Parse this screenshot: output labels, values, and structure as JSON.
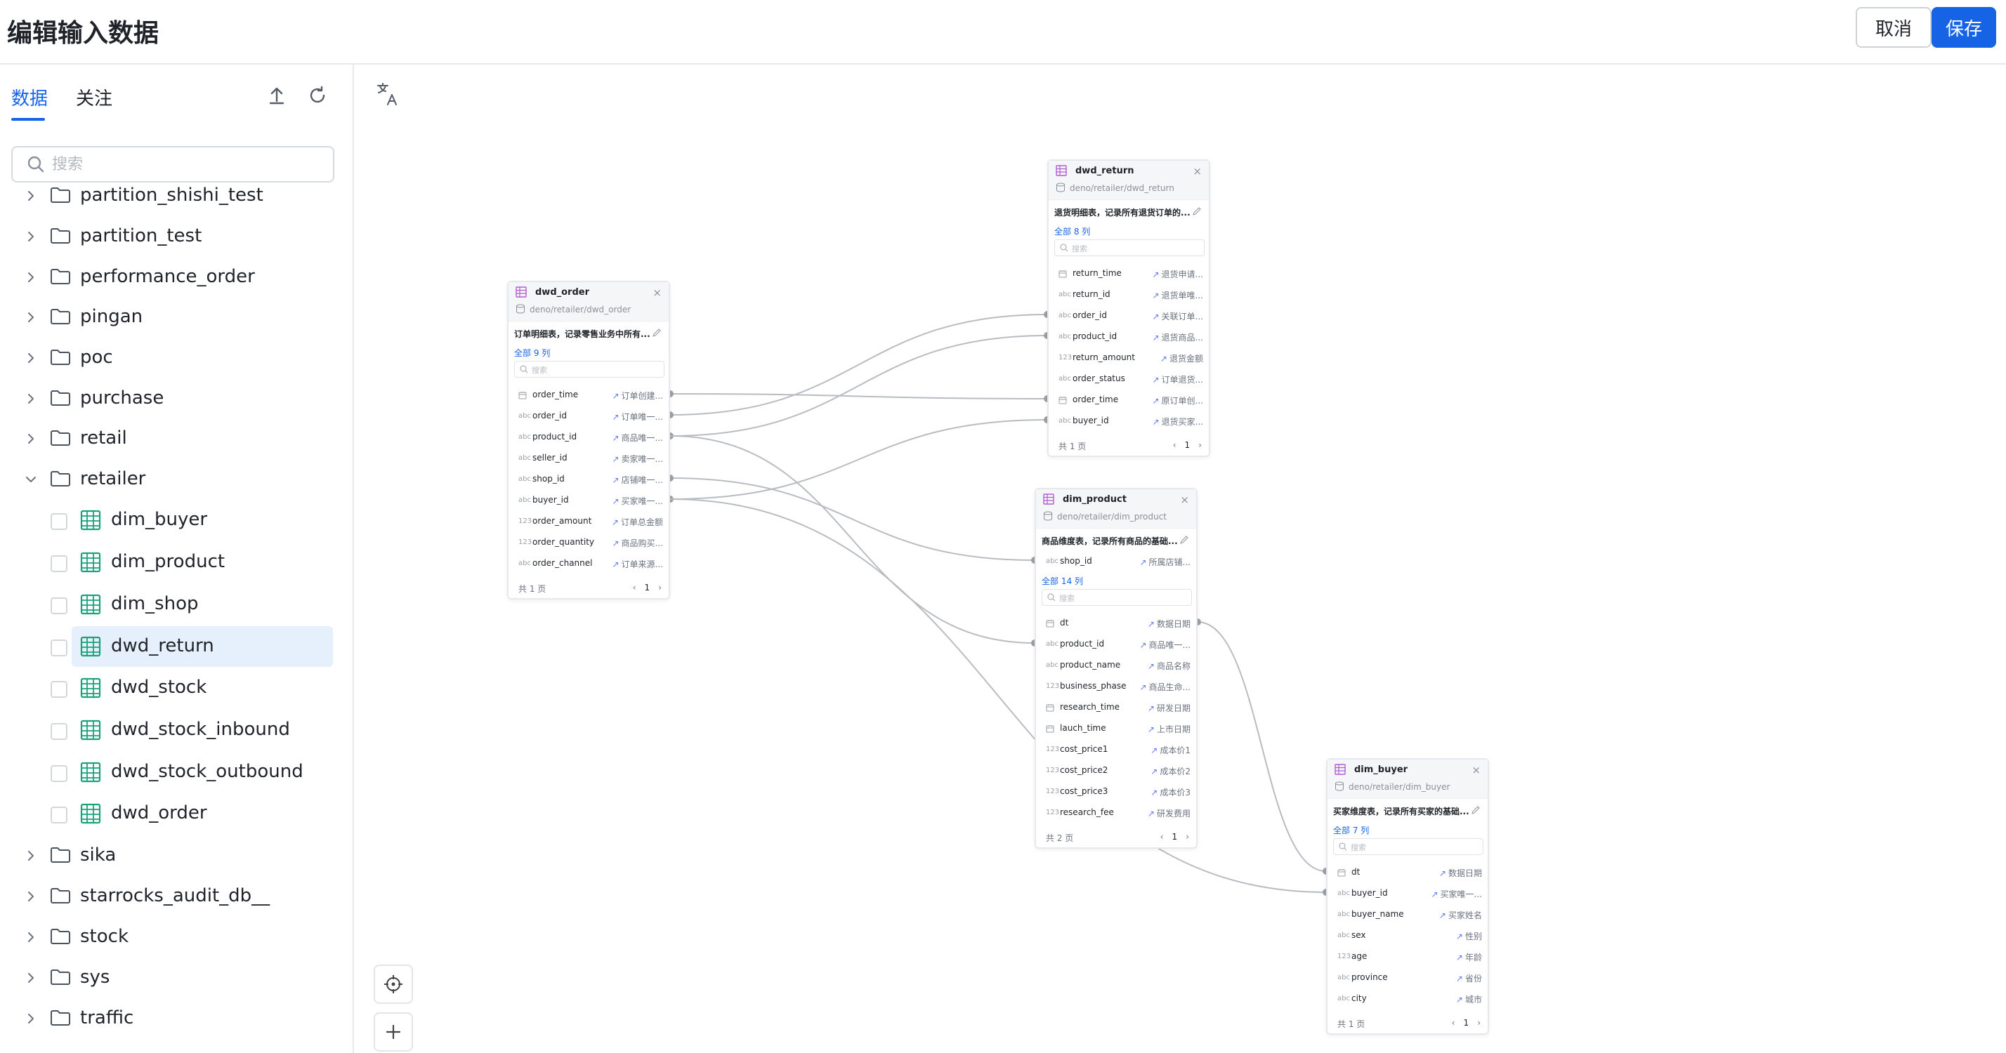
{
  "header": {
    "title": "编辑输入数据",
    "cancel_label": "取消",
    "save_label": "保存"
  },
  "colors": {
    "accent": "#1664e5",
    "table_icon": "#1aa37a",
    "node_icon": "#b05ccf",
    "edge": "#b8bcc2"
  },
  "sidebar": {
    "tabs": [
      {
        "label": "数据",
        "active": true
      },
      {
        "label": "关注",
        "active": false
      }
    ],
    "search_placeholder": "搜索",
    "tree": [
      {
        "label": "partition_shishi_test",
        "type": "folder",
        "expanded": false
      },
      {
        "label": "partition_test",
        "type": "folder",
        "expanded": false
      },
      {
        "label": "performance_order",
        "type": "folder",
        "expanded": false
      },
      {
        "label": "pingan",
        "type": "folder",
        "expanded": false
      },
      {
        "label": "poc",
        "type": "folder",
        "expanded": false
      },
      {
        "label": "purchase",
        "type": "folder",
        "expanded": false
      },
      {
        "label": "retail",
        "type": "folder",
        "expanded": false
      },
      {
        "label": "retailer",
        "type": "folder",
        "expanded": true
      },
      {
        "label": "dim_buyer",
        "type": "table",
        "selected": false
      },
      {
        "label": "dim_product",
        "type": "table",
        "selected": false
      },
      {
        "label": "dim_shop",
        "type": "table",
        "selected": false
      },
      {
        "label": "dwd_return",
        "type": "table",
        "selected": true
      },
      {
        "label": "dwd_stock",
        "type": "table",
        "selected": false
      },
      {
        "label": "dwd_stock_inbound",
        "type": "table",
        "selected": false
      },
      {
        "label": "dwd_stock_outbound",
        "type": "table",
        "selected": false
      },
      {
        "label": "dwd_order",
        "type": "table",
        "selected": false
      },
      {
        "label": "sika",
        "type": "folder",
        "expanded": false
      },
      {
        "label": "starrocks_audit_db__",
        "type": "folder",
        "expanded": false
      },
      {
        "label": "stock",
        "type": "folder",
        "expanded": false
      },
      {
        "label": "sys",
        "type": "folder",
        "expanded": false
      },
      {
        "label": "traffic",
        "type": "folder",
        "expanded": false
      }
    ]
  },
  "canvas": {
    "search_placeholder": "搜索",
    "nodes": [
      {
        "id": "dwd_order",
        "name": "dwd_order",
        "path": "deno/retailer/dwd_order",
        "description": "订单明细表，记录零售业务中所有...",
        "count_label": "全部 9 列",
        "pinned": [],
        "columns": [
          {
            "name": "order_time",
            "type": "date",
            "desc": "订单创建..."
          },
          {
            "name": "order_id",
            "type": "abc",
            "desc": "订单唯一..."
          },
          {
            "name": "product_id",
            "type": "abc",
            "desc": "商品唯一..."
          },
          {
            "name": "seller_id",
            "type": "abc",
            "desc": "卖家唯一..."
          },
          {
            "name": "shop_id",
            "type": "abc",
            "desc": "店铺唯一..."
          },
          {
            "name": "buyer_id",
            "type": "abc",
            "desc": "买家唯一..."
          },
          {
            "name": "order_amount",
            "type": "num",
            "desc": "订单总金额"
          },
          {
            "name": "order_quantity",
            "type": "num",
            "desc": "商品购买..."
          },
          {
            "name": "order_channel",
            "type": "abc",
            "desc": "订单来源..."
          }
        ],
        "total_label": "共 1 页",
        "page": "1"
      },
      {
        "id": "dwd_return",
        "name": "dwd_return",
        "path": "deno/retailer/dwd_return",
        "description": "退货明细表，记录所有退货订单的...",
        "count_label": "全部 8 列",
        "pinned": [],
        "columns": [
          {
            "name": "return_time",
            "type": "date",
            "desc": "退货申请..."
          },
          {
            "name": "return_id",
            "type": "abc",
            "desc": "退货单唯..."
          },
          {
            "name": "order_id",
            "type": "abc",
            "desc": "关联订单..."
          },
          {
            "name": "product_id",
            "type": "abc",
            "desc": "退货商品..."
          },
          {
            "name": "return_amount",
            "type": "num",
            "desc": "退货金额"
          },
          {
            "name": "order_status",
            "type": "abc",
            "desc": "订单退货..."
          },
          {
            "name": "order_time",
            "type": "date",
            "desc": "原订单创..."
          },
          {
            "name": "buyer_id",
            "type": "abc",
            "desc": "退货买家..."
          }
        ],
        "total_label": "共 1 页",
        "page": "1"
      },
      {
        "id": "dim_product",
        "name": "dim_product",
        "path": "deno/retailer/dim_product",
        "description": "商品维度表，记录所有商品的基础...",
        "count_label": "全部 14 列",
        "pinned": [
          {
            "name": "shop_id",
            "type": "abc",
            "desc": "所属店铺..."
          }
        ],
        "columns": [
          {
            "name": "dt",
            "type": "date",
            "desc": "数据日期"
          },
          {
            "name": "product_id",
            "type": "abc",
            "desc": "商品唯一..."
          },
          {
            "name": "product_name",
            "type": "abc",
            "desc": "商品名称"
          },
          {
            "name": "business_phase",
            "type": "num",
            "desc": "商品生命..."
          },
          {
            "name": "research_time",
            "type": "date",
            "desc": "研发日期"
          },
          {
            "name": "lauch_time",
            "type": "date",
            "desc": "上市日期"
          },
          {
            "name": "cost_price1",
            "type": "num",
            "desc": "成本价1"
          },
          {
            "name": "cost_price2",
            "type": "num",
            "desc": "成本价2"
          },
          {
            "name": "cost_price3",
            "type": "num",
            "desc": "成本价3"
          },
          {
            "name": "research_fee",
            "type": "num",
            "desc": "研发费用"
          }
        ],
        "total_label": "共 2 页",
        "page": "1"
      },
      {
        "id": "dim_buyer",
        "name": "dim_buyer",
        "path": "deno/retailer/dim_buyer",
        "description": "买家维度表，记录所有买家的基础...",
        "count_label": "全部 7 列",
        "pinned": [],
        "columns": [
          {
            "name": "dt",
            "type": "date",
            "desc": "数据日期"
          },
          {
            "name": "buyer_id",
            "type": "abc",
            "desc": "买家唯一..."
          },
          {
            "name": "buyer_name",
            "type": "abc",
            "desc": "买家姓名"
          },
          {
            "name": "sex",
            "type": "abc",
            "desc": "性别"
          },
          {
            "name": "age",
            "type": "num",
            "desc": "年龄"
          },
          {
            "name": "province",
            "type": "abc",
            "desc": "省份"
          },
          {
            "name": "city",
            "type": "abc",
            "desc": "城市"
          }
        ],
        "total_label": "共 1 页",
        "page": "1"
      }
    ],
    "icons": {
      "translate": "translate-icon",
      "locate": "crosshair-icon",
      "zoom_in": "plus-icon"
    }
  }
}
